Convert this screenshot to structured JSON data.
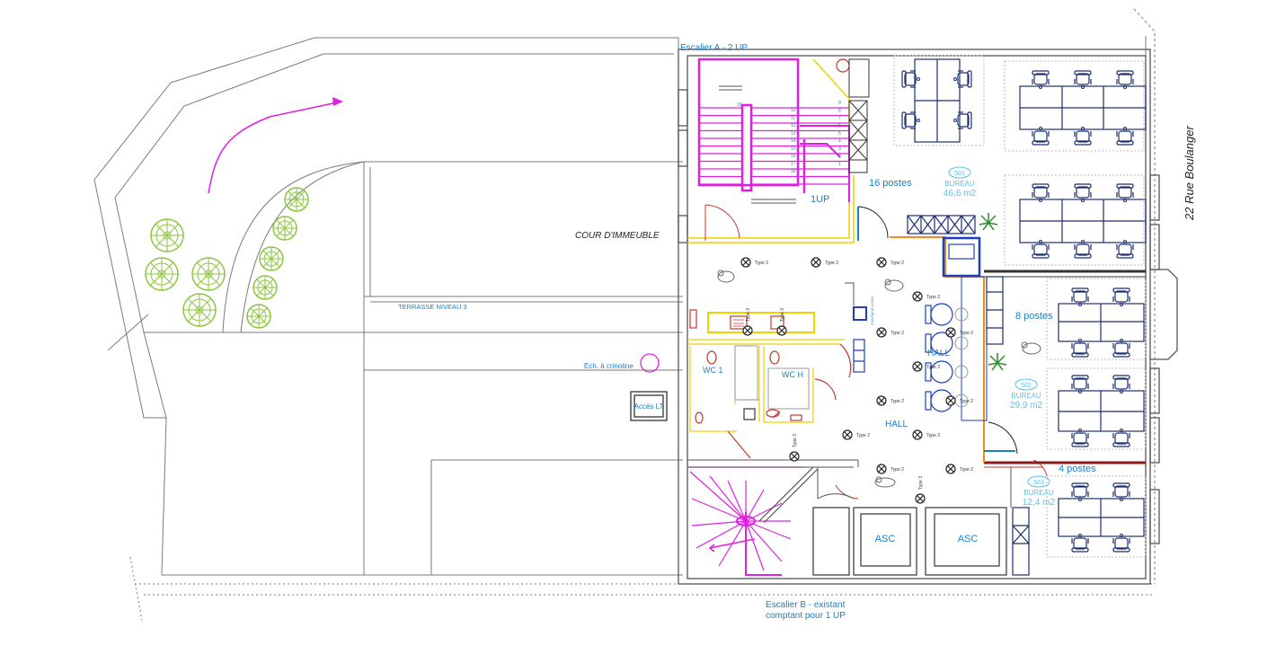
{
  "colors": {
    "wall": "#7a7a7a",
    "stair": "#e020e0",
    "text_blue": "#1a7fc4",
    "area_blue": "#58c3ec",
    "furniture": "#1c2e6e",
    "tree": "#8cc63f",
    "yellow": "#f0d000",
    "orange": "#f08a1c",
    "red": "#c0392b",
    "dark": "#333333"
  },
  "street": {
    "name": "22 Rue Boulanger"
  },
  "stairs": {
    "a_label": "Escalier A - 2 UP",
    "a_up": "1UP",
    "b_line1": "Escalier B - existant",
    "b_line2": "comptant pour 1 UP",
    "a_numbers": [
      "10",
      "11",
      "12",
      "13",
      "14",
      "15",
      "16",
      "17",
      "18"
    ],
    "a_numbers_right": [
      "9",
      "8",
      "7",
      "6",
      "5",
      "4",
      "3",
      "2",
      "1"
    ]
  },
  "zones": {
    "cour": "COUR D'IMMEUBLE",
    "terrasse": "TERRASSE NIVEAU 3",
    "ech": "Ech. à crinoline",
    "acces": "Accès LT",
    "wc1": "WC 1",
    "wch": "WC  H",
    "hall_upper": "HALL",
    "hall_lower": "HALL",
    "fontaine": "FONTAINE A EAU",
    "asc1": "ASC",
    "asc2": "ASC"
  },
  "offices": [
    {
      "posts": "16 postes",
      "num": "501",
      "type": "BUREAU",
      "area": "46,6 m2"
    },
    {
      "posts": "8 postes",
      "num": "502",
      "type": "BUREAU",
      "area": "29,9 m2"
    },
    {
      "posts": "4 postes",
      "num": "503",
      "type": "BUREAU",
      "area": "12,4 m2"
    }
  ],
  "detectors": {
    "type2": "Type 2",
    "type3": "Type 3"
  }
}
